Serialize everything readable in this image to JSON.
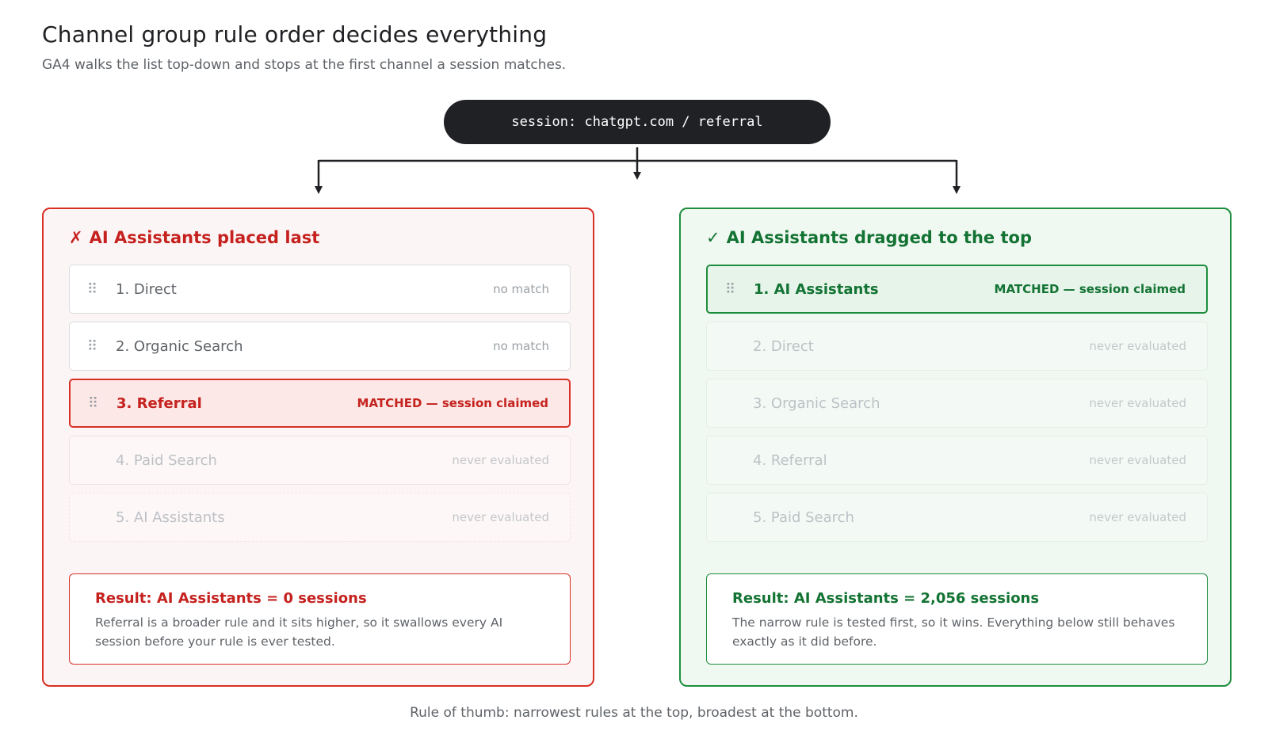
{
  "title": "Channel group rule order decides everything",
  "subtitle": "GA4 walks the list top-down and stops at the first channel a session matches.",
  "session": "session: chatgpt.com / referral",
  "left_panel": {
    "icon": "✗",
    "heading": "AI Assistants placed last",
    "accent": "#d93025",
    "grip": "⠿",
    "rules": [
      {
        "label": "1. Direct",
        "status": "no match"
      },
      {
        "label": "2. Organic Search",
        "status": "no match"
      },
      {
        "label": "3. Referral",
        "status": "MATCHED — session claimed"
      },
      {
        "label": "4. Paid Search",
        "status": "never evaluated"
      },
      {
        "label": "5. AI Assistants",
        "status": "never evaluated"
      }
    ],
    "result_title": "Result: AI Assistants = 0 sessions",
    "result_body": "Referral is a broader rule and it sits higher, so it swallows every AI session before your rule is ever tested."
  },
  "right_panel": {
    "icon": "✓",
    "heading": "AI Assistants dragged to the top",
    "accent": "#1e8e3e",
    "grip": "⠿",
    "rules": [
      {
        "label": "1. AI Assistants",
        "status": "MATCHED — session claimed"
      },
      {
        "label": "2. Direct",
        "status": "never evaluated"
      },
      {
        "label": "3. Organic Search",
        "status": "never evaluated"
      },
      {
        "label": "4. Referral",
        "status": "never evaluated"
      },
      {
        "label": "5. Paid Search",
        "status": "never evaluated"
      }
    ],
    "result_title": "Result: AI Assistants = 2,056 sessions",
    "result_body": "The narrow rule is tested first, so it wins. Everything below still behaves exactly as it did before."
  },
  "footer": "Rule of thumb: narrowest rules at the top, broadest at the bottom."
}
